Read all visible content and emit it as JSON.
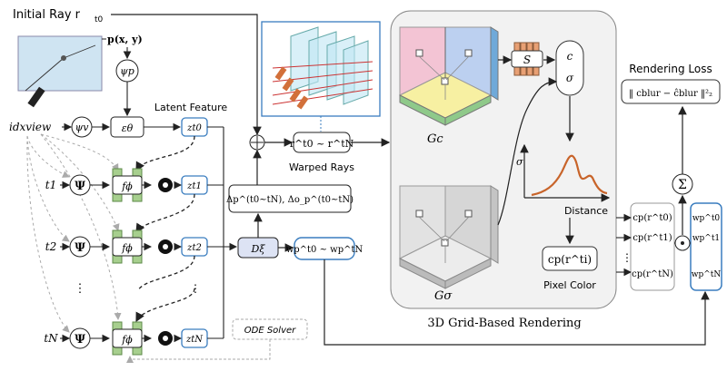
{
  "labels": {
    "initial_ray": "Initial Ray r",
    "initial_ray_sub": "t0",
    "point": "p(x, y)",
    "psi_p": "ψp",
    "idx_view": "idxview",
    "psi_v": "ψv",
    "encoder": "εθ",
    "latent_feature": "Latent Feature",
    "z_t0": "zt0",
    "z_t1": "zt1",
    "z_t2": "zt2",
    "z_tN": "ztN",
    "t1": "t1",
    "t2": "t2",
    "tN": "tN",
    "Psi": "Ψ",
    "f_phi": "fϕ",
    "vdots": "⋮",
    "delta": "Δp^(t0~tN), Δo_p^(t0~tN)",
    "D_xi": "Dξ",
    "w_p": "wp^t0 ~ wp^tN",
    "warped_rays_box": "r^t0 ~ r^tN",
    "warped_rays": "Warped Rays",
    "ode_solver": "ODE Solver",
    "G_c": "Gc",
    "G_sigma": "Gσ",
    "S": "S",
    "c": "c",
    "sigma": "σ",
    "sigma_axis": "σ",
    "distance": "Distance",
    "pixel_color": "Pixel Color",
    "pixel_box": "cp(r^ti)",
    "rendering_label": "3D Grid-Based Rendering",
    "rendering_loss": "Rendering Loss",
    "loss_formula": "‖ cblur − ĉblur ‖²₂",
    "sum": "Σ",
    "dot": "⊙",
    "cp_t0": "cp(r^t0)",
    "cp_t1": "cp(r^t1)",
    "cp_tN": "cp(r^tN)",
    "w_t0": "wp^t0",
    "w_t1": "wp^t1",
    "w_tN": "wp^tN"
  },
  "colors": {
    "blue_accent": "#3a7dbf",
    "curve": "#c8642a",
    "gray_box": "#f2f2f2",
    "green_block": "#a7cf8e",
    "orange_block": "#e8a074"
  }
}
